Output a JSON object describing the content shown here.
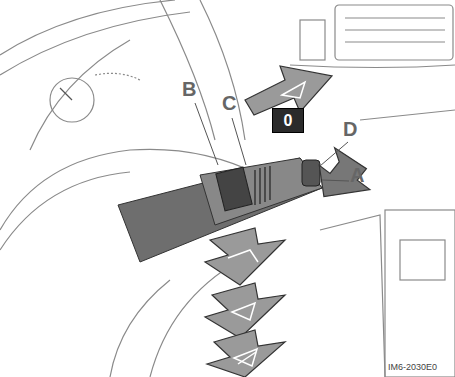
{
  "diagram": {
    "nodes": [
      {
        "text": [
          "0"
        ]
      }
    ],
    "labels": [
      "B",
      "C",
      "D",
      "A",
      "IM6-2030E0"
    ]
  }
}
